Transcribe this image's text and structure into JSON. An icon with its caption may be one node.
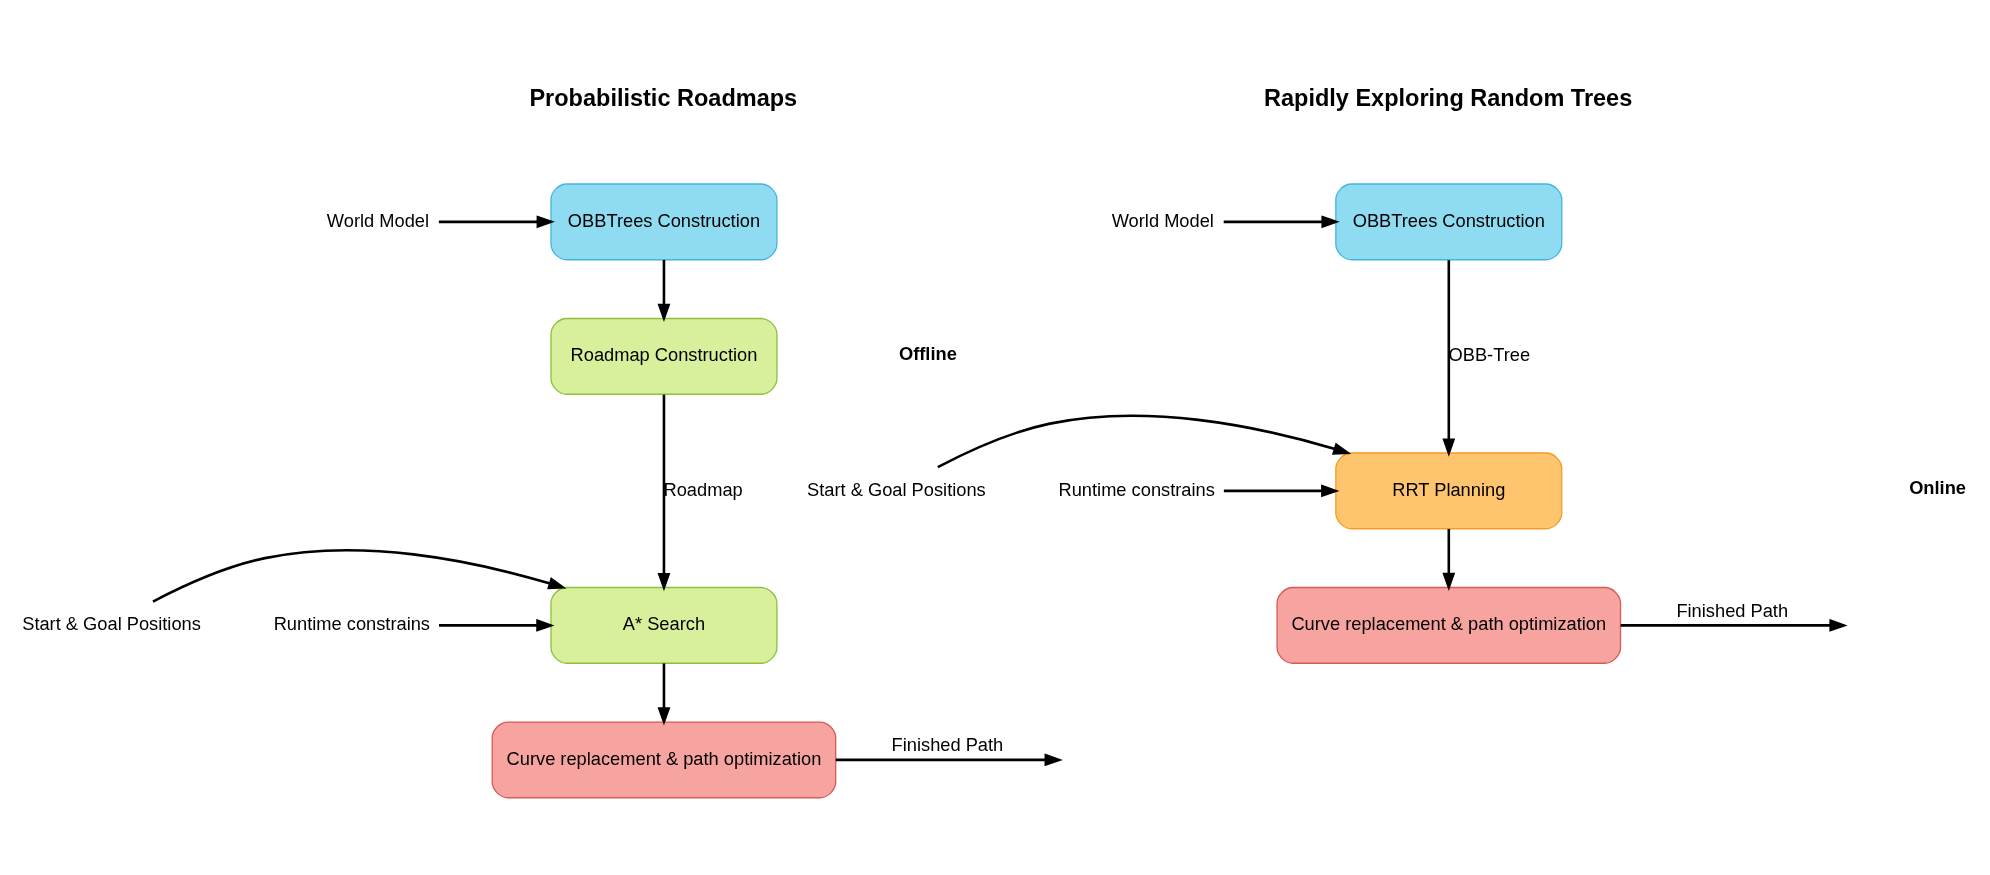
{
  "diagram": {
    "nodes": [
      {
        "text": [
          "World Model"
        ]
      },
      {
        "text": [
          "OBBTrees Construction"
        ]
      },
      {
        "text": [
          "Roadmap Construction"
        ]
      },
      {
        "text": [
          "Start & Goal Positions"
        ]
      },
      {
        "text": [
          "Runtime constrains"
        ]
      },
      {
        "text": [
          "A* Search"
        ]
      },
      {
        "text": [
          "Curve replacement & path optimization"
        ]
      },
      {
        "text": [
          "World Model"
        ]
      },
      {
        "text": [
          "OBBTrees Construction"
        ]
      },
      {
        "text": [
          "Start & Goal Positions"
        ]
      },
      {
        "text": [
          "Runtime constrains"
        ]
      },
      {
        "text": [
          "RRT Planning"
        ]
      },
      {
        "text": [
          "Curve replacement & path optimization"
        ]
      }
    ],
    "edges": [
      {
        "from": 0,
        "to": 1,
        "arrow": "to"
      },
      {
        "from": 1,
        "to": 2,
        "arrow": "to"
      },
      {
        "from": 2,
        "to": 5,
        "arrow": "to",
        "label": "Roadmap"
      },
      {
        "from": 3,
        "to": 5,
        "arrow": "to"
      },
      {
        "from": 4,
        "to": 5,
        "arrow": "to"
      },
      {
        "from": 5,
        "to": 6,
        "arrow": "to"
      },
      {
        "from": 6,
        "to": null,
        "arrow": "to",
        "label": "Finished Path"
      },
      {
        "from": 7,
        "to": 8,
        "arrow": "to"
      },
      {
        "from": 8,
        "to": 11,
        "arrow": "to",
        "label": "OBB-Tree"
      },
      {
        "from": 9,
        "to": 11,
        "arrow": "to"
      },
      {
        "from": 10,
        "to": 11,
        "arrow": "to"
      },
      {
        "from": 11,
        "to": 12,
        "arrow": "to"
      },
      {
        "from": 12,
        "to": null,
        "arrow": "to",
        "label": "Finished Path"
      }
    ],
    "labels": [
      "Probabilistic Roadmaps",
      "Rapidly Exploring Random Trees",
      "Offline",
      "Online"
    ]
  }
}
